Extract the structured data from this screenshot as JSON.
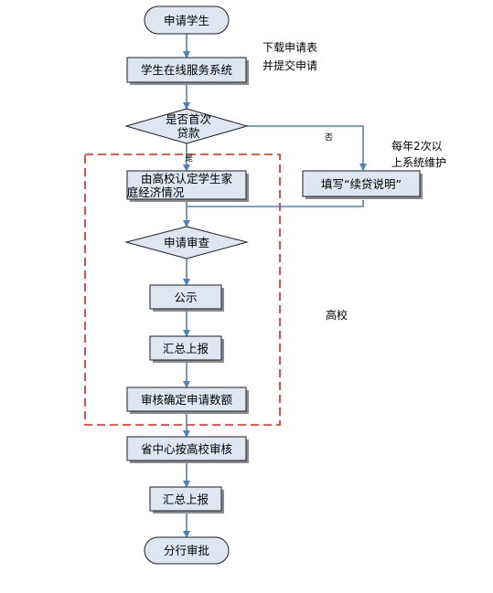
{
  "nodes": {
    "start": "申请学生",
    "online": "学生在线服务系统",
    "first_loan_1": "是否首次",
    "first_loan_2": "贷款",
    "family_1": "由高校认定学生家",
    "family_2": "庭经济情况",
    "continue_form": "填写“续贷说明”",
    "review": "申请审查",
    "publicity": "公示",
    "summary1": "汇总上报",
    "confirm": "审核确定申请数额",
    "province": "省中心按高校审核",
    "summary2": "汇总上报",
    "end": "分行审批"
  },
  "edge_labels": {
    "yes": "是",
    "no": "否"
  },
  "notes": {
    "download_1": "下载申请表",
    "download_2": "并提交申请",
    "maintain_1": "每年2次以",
    "maintain_2": "上系统维护",
    "university": "高校"
  },
  "colors": {
    "node_fill": "#dde6f1",
    "arrow": "#4f81bd",
    "dashed_border": "#e02020"
  }
}
